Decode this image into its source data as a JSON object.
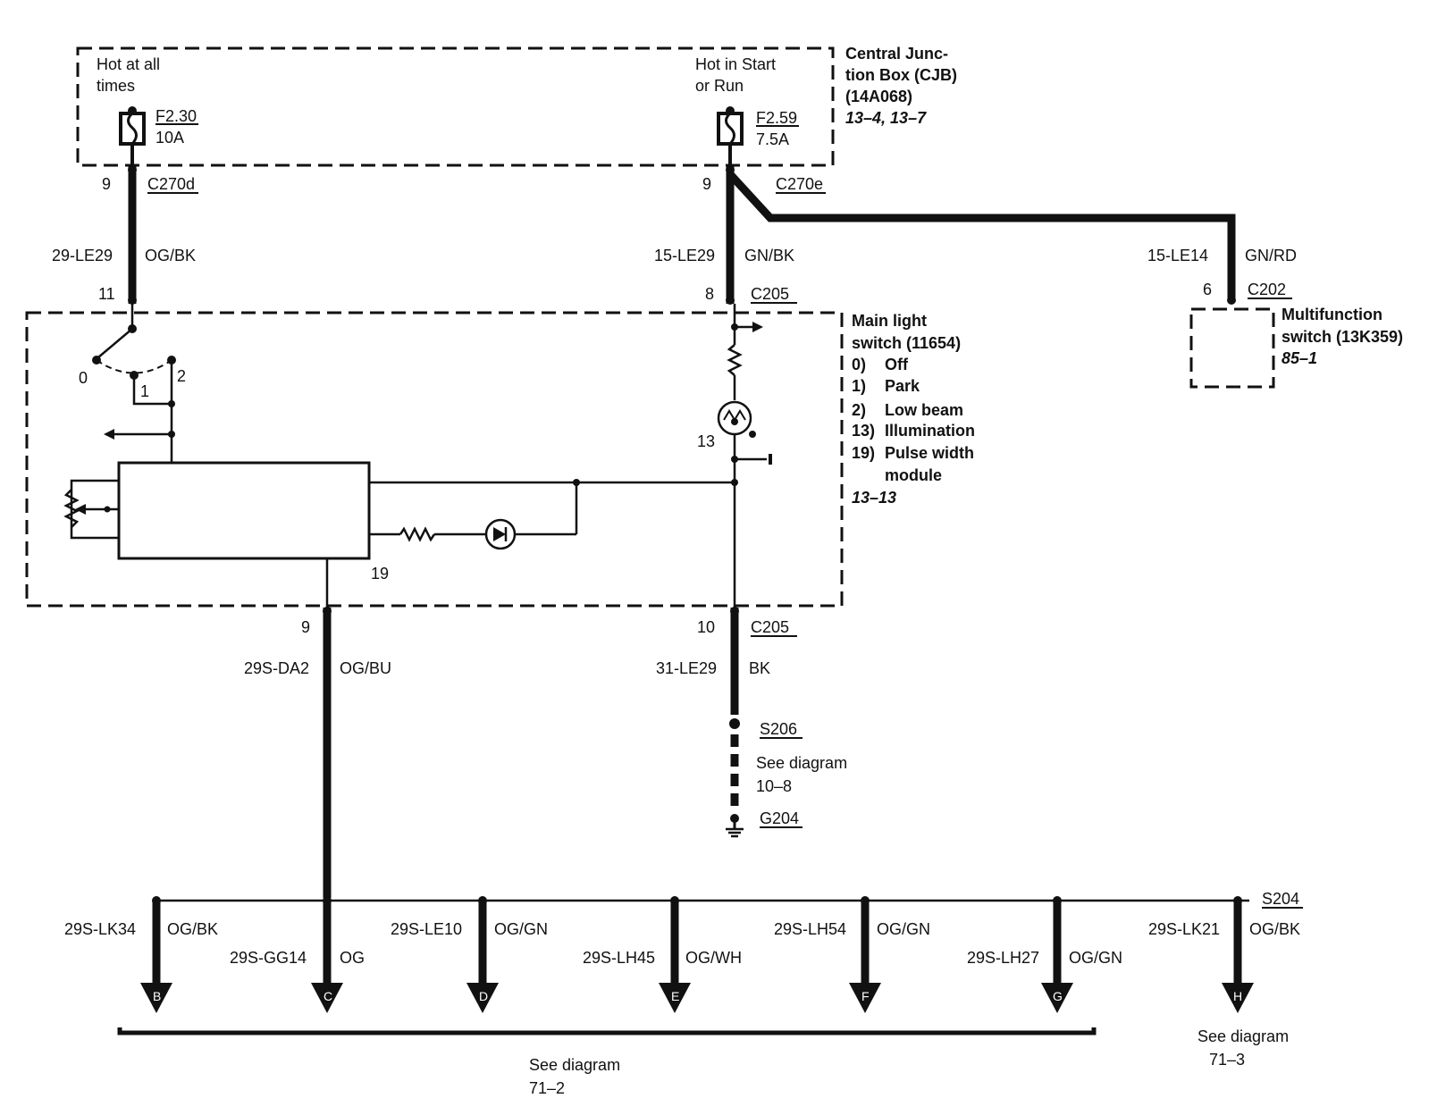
{
  "cjb": {
    "label_line1": "Central Junc-",
    "label_line2": "tion Box (CJB)",
    "label_line3": "(14A068)",
    "ref": "13–4, 13–7",
    "left_feed_line1": "Hot at all",
    "left_feed_line2": "times",
    "right_feed_line1": "Hot in Start",
    "right_feed_line2": "or Run",
    "fuse_left_id": "F2.30",
    "fuse_left_rating": "10A",
    "fuse_right_id": "F2.59",
    "fuse_right_rating": "7.5A"
  },
  "connectors": {
    "c270d": "C270d",
    "c270d_pin": "9",
    "c270e": "C270e",
    "c270e_pin": "9",
    "c205_top": "C205",
    "c205_top_left_pin": "11",
    "c205_top_right_pin": "8",
    "c202": "C202",
    "c202_pin": "6",
    "c205_bottom": "C205",
    "c205_bottom_left_pin": "9",
    "c205_bottom_right_pin": "10"
  },
  "wires": {
    "w1_circuit": "29-LE29",
    "w1_color": "OG/BK",
    "w2_circuit": "15-LE29",
    "w2_color": "GN/BK",
    "w3_circuit": "15-LE14",
    "w3_color": "GN/RD",
    "w4_circuit": "29S-DA2",
    "w4_color": "OG/BU",
    "w5_circuit": "31-LE29",
    "w5_color": "BK"
  },
  "main_switch": {
    "label_line1": "Main light",
    "label_line2": "switch (11654)",
    "positions": [
      {
        "num": "0)",
        "text": "Off"
      },
      {
        "num": "1)",
        "text": "Park"
      },
      {
        "num": "2)",
        "text": "Low beam"
      },
      {
        "num": "13)",
        "text": "Illumination"
      },
      {
        "num": "19)",
        "text": "Pulse width"
      },
      {
        "num": "",
        "text": "module"
      }
    ],
    "ref": "13–13",
    "pos0": "0",
    "pos1": "1",
    "pos2": "2",
    "lamp_num": "13",
    "module_num": "19"
  },
  "multifunction": {
    "label_line1": "Multifunction",
    "label_line2": "switch (13K359)",
    "ref": "85–1"
  },
  "ground": {
    "splice": "S206",
    "see_line1": "See diagram",
    "see_line2": "10–8",
    "ground_id": "G204"
  },
  "bus": {
    "splice": "S204",
    "branches": [
      {
        "circuit": "29S-LK34",
        "color": "OG/BK",
        "letter": "B"
      },
      {
        "circuit": "29S-GG14",
        "color": "OG",
        "letter": "C"
      },
      {
        "circuit": "29S-LE10",
        "color": "OG/GN",
        "letter": "D"
      },
      {
        "circuit": "29S-LH45",
        "color": "OG/WH",
        "letter": "E"
      },
      {
        "circuit": "29S-LH54",
        "color": "OG/GN",
        "letter": "F"
      },
      {
        "circuit": "29S-LH27",
        "color": "OG/GN",
        "letter": "G"
      },
      {
        "circuit": "29S-LK21",
        "color": "OG/BK",
        "letter": "H"
      }
    ],
    "see_left_line1": "See diagram",
    "see_left_line2": "71–2",
    "see_right_line1": "See diagram",
    "see_right_line2": "71–3"
  }
}
